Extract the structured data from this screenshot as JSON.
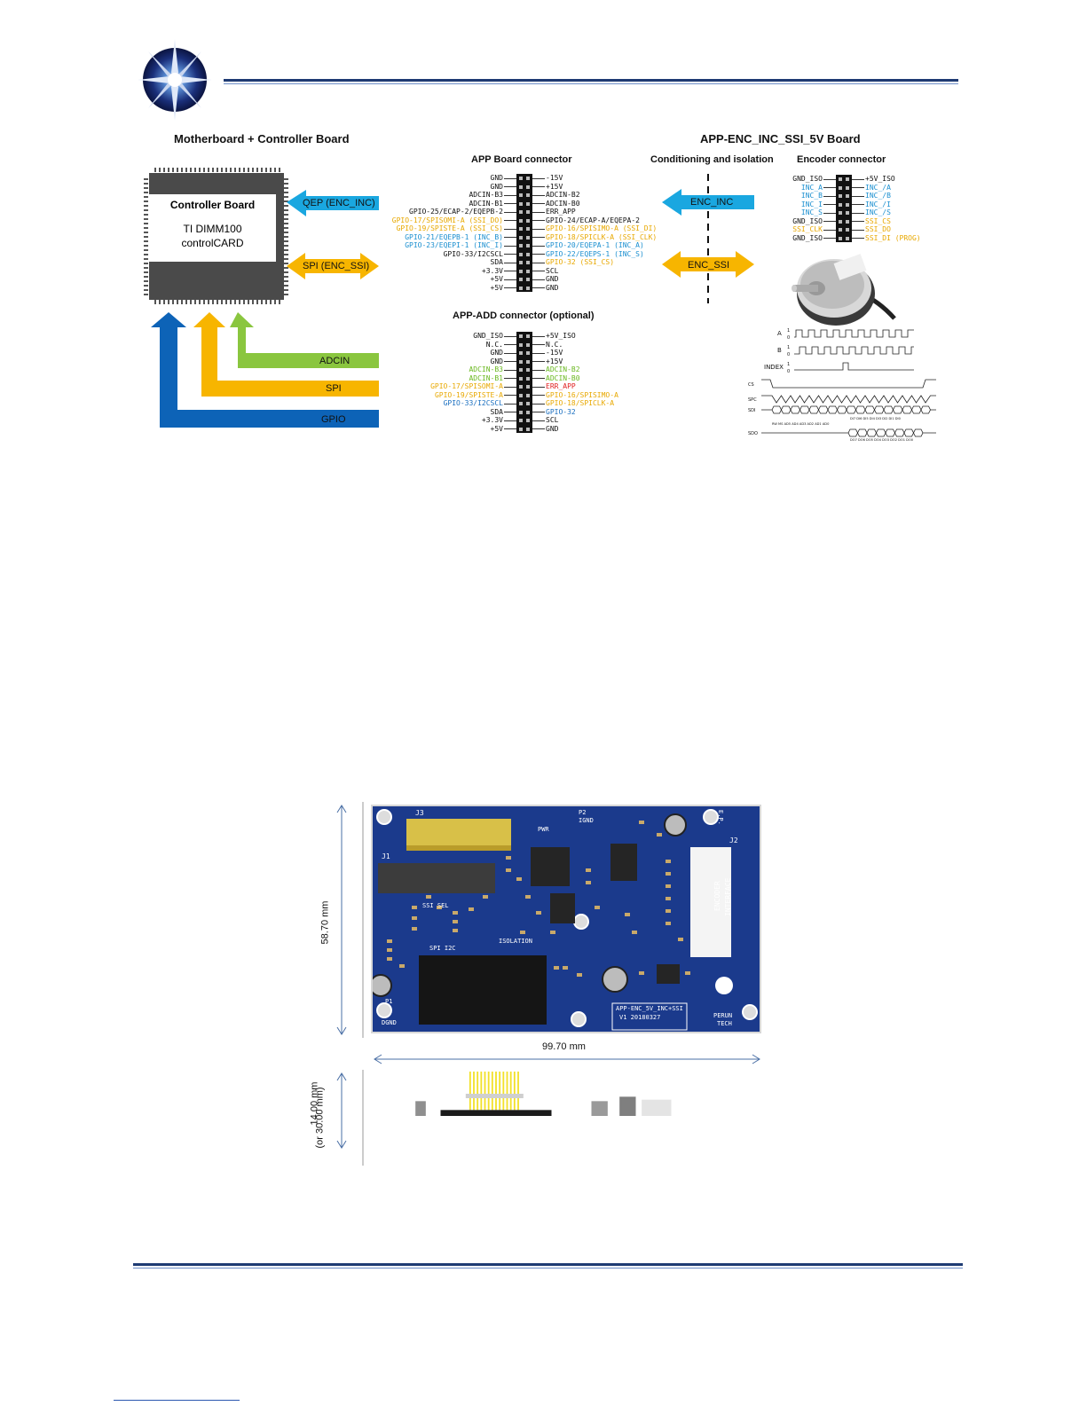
{
  "page": {
    "left_title": "Motherboard + Controller Board",
    "right_title": "APP-ENC_INC_SSI_5V Board"
  },
  "controller": {
    "title": "Controller Board",
    "line1": "TI DIMM100",
    "line2": "controlCARD"
  },
  "arrows": {
    "qep": "QEP (ENC_INC)",
    "spi": "SPI (ENC_SSI)",
    "adcin": "ADCIN",
    "spi_bus": "SPI",
    "gpio": "GPIO",
    "enc_inc": "ENC_INC",
    "enc_ssi": "ENC_SSI"
  },
  "colors": {
    "blue_arrow": "#1aa7e0",
    "orange_arrow": "#f7b500",
    "green_arrow": "#8ac63f",
    "dark_blue_arrow": "#0d63b7",
    "header_navy": "#1f3b73",
    "pcb_blue": "#1b3a8c"
  },
  "app_connector": {
    "title": "APP Board connector",
    "rows": [
      {
        "l": "GND",
        "lc": "#111",
        "r": "-15V",
        "rc": "#111"
      },
      {
        "l": "GND",
        "lc": "#111",
        "r": "+15V",
        "rc": "#111"
      },
      {
        "l": "ADCIN-B3",
        "lc": "#111",
        "r": "ADCIN-B2",
        "rc": "#111"
      },
      {
        "l": "ADCIN-B1",
        "lc": "#111",
        "r": "ADCIN-B0",
        "rc": "#111"
      },
      {
        "l": "GPIO-25/ECAP-2/EQEPB-2",
        "lc": "#111",
        "r": "ERR_APP",
        "rc": "#111"
      },
      {
        "l": "GPIO-17/SPISOMI-A (SSI_DO)",
        "lc": "#e8a800",
        "r": "GPIO-24/ECAP-A/EQEPA-2",
        "rc": "#111"
      },
      {
        "l": "GPIO-19/SPISTE-A (SSI_CS)",
        "lc": "#e8a800",
        "r": "GPIO-16/SPISIMO-A (SSI_DI)",
        "rc": "#e8a800"
      },
      {
        "l": "GPIO-21/EQEPB-1 (INC_B)",
        "lc": "#1a8fd0",
        "r": "GPIO-18/SPICLK-A (SSI_CLK)",
        "rc": "#e8a800"
      },
      {
        "l": "GPIO-23/EQEPI-1 (INC_I)",
        "lc": "#1a8fd0",
        "r": "GPIO-20/EQEPA-1 (INC_A)",
        "rc": "#1a8fd0"
      },
      {
        "l": "GPIO-33/I2CSCL",
        "lc": "#111",
        "r": "GPIO-22/EQEPS-1 (INC_S)",
        "rc": "#1a8fd0"
      },
      {
        "l": "SDA",
        "lc": "#111",
        "r": "GPIO-32 (SSI_CS)",
        "rc": "#e8a800"
      },
      {
        "l": "+3.3V",
        "lc": "#111",
        "r": "SCL",
        "rc": "#111"
      },
      {
        "l": "+5V",
        "lc": "#111",
        "r": "GND",
        "rc": "#111"
      },
      {
        "l": "+5V",
        "lc": "#111",
        "r": "GND",
        "rc": "#111"
      }
    ]
  },
  "add_connector": {
    "title": "APP-ADD connector (optional)",
    "rows": [
      {
        "l": "GND_ISO",
        "lc": "#111",
        "r": "+5V_ISO",
        "rc": "#111"
      },
      {
        "l": "N.C.",
        "lc": "#111",
        "r": "N.C.",
        "rc": "#111"
      },
      {
        "l": "GND",
        "lc": "#111",
        "r": "-15V",
        "rc": "#111"
      },
      {
        "l": "GND",
        "lc": "#111",
        "r": "+15V",
        "rc": "#111"
      },
      {
        "l": "ADCIN-B3",
        "lc": "#6ab820",
        "r": "ADCIN-B2",
        "rc": "#6ab820"
      },
      {
        "l": "ADCIN-B1",
        "lc": "#6ab820",
        "r": "ADCIN-B0",
        "rc": "#6ab820"
      },
      {
        "l": "GPIO-17/SPISOMI-A",
        "lc": "#e8a800",
        "r": "ERR_APP",
        "rc": "#e02020"
      },
      {
        "l": "GPIO-19/SPISTE-A",
        "lc": "#e8a800",
        "r": "GPIO-16/SPISIMO-A",
        "rc": "#e8a800"
      },
      {
        "l": "GPIO-33/I2CSCL",
        "lc": "#1a6fc0",
        "r": "GPIO-18/SPICLK-A",
        "rc": "#e8a800"
      },
      {
        "l": "SDA",
        "lc": "#111",
        "r": "GPIO-32",
        "rc": "#1a6fc0"
      },
      {
        "l": "+3.3V",
        "lc": "#111",
        "r": "SCL",
        "rc": "#111"
      },
      {
        "l": "+5V",
        "lc": "#111",
        "r": "GND",
        "rc": "#111"
      }
    ]
  },
  "conditioning": {
    "title": "Conditioning and isolation"
  },
  "encoder_connector": {
    "title": "Encoder connector",
    "rows": [
      {
        "l": "GND_ISO",
        "lc": "#111",
        "r": "+5V_ISO",
        "rc": "#111"
      },
      {
        "l": "INC_A",
        "lc": "#1a8fd0",
        "r": "INC_/A",
        "rc": "#1a8fd0"
      },
      {
        "l": "INC_B",
        "lc": "#1a8fd0",
        "r": "INC_/B",
        "rc": "#1a8fd0"
      },
      {
        "l": "INC_I",
        "lc": "#1a8fd0",
        "r": "INC_/I",
        "rc": "#1a8fd0"
      },
      {
        "l": "INC_S",
        "lc": "#1a8fd0",
        "r": "INC_/S",
        "rc": "#1a8fd0"
      },
      {
        "l": "GND_ISO",
        "lc": "#111",
        "r": "SSI_CS",
        "rc": "#e8a800"
      },
      {
        "l": "SSI_CLK",
        "lc": "#e8a800",
        "r": "SSI_DO",
        "rc": "#e8a800"
      },
      {
        "l": "GND_ISO",
        "lc": "#111",
        "r": "SSI_DI (PROG)",
        "rc": "#e8a800"
      }
    ]
  },
  "waveforms": {
    "a": "A",
    "b": "B",
    "index": "INDEX",
    "one": "1",
    "zero": "0",
    "cs": "CS",
    "spc": "SPC",
    "sdi": "SDI",
    "sdo": "SDO",
    "sdi_bits": "RW  MS  AD5 AD4 AD3 AD2 AD1 AD0",
    "sdi_data": "DI7 DI6 DI5 DI4 DI3 DI2 DI1 DI0",
    "sdo_data": "DO7 DO6 DO5 DO4 DO3 DO2 DO1 DO0"
  },
  "pcb": {
    "height_dim": "58.70  mm",
    "width_dim": "99.70 mm",
    "thickness_dim_1": "14.00  mm",
    "thickness_dim_2": "(or 30.00 mm)",
    "silk": {
      "j3": "J3",
      "j1": "J1",
      "j2": "J2",
      "pwr": "PWR",
      "p2": "P2",
      "ignd": "IGND",
      "p1": "P1",
      "dgnd": "DGND",
      "encoder1": "ENCODER",
      "encoder2": "INTERFACE",
      "isolation": "ISOLATION",
      "spi_i2c": "SPI  I2C",
      "ssi_sel": "SSI  SEL",
      "board_name": "APP-ENC_5V_INC+SSI",
      "board_ver": "V1  20180327",
      "brand1": "PERUN",
      "brand2": "TECH",
      "ep": "E.P."
    }
  }
}
